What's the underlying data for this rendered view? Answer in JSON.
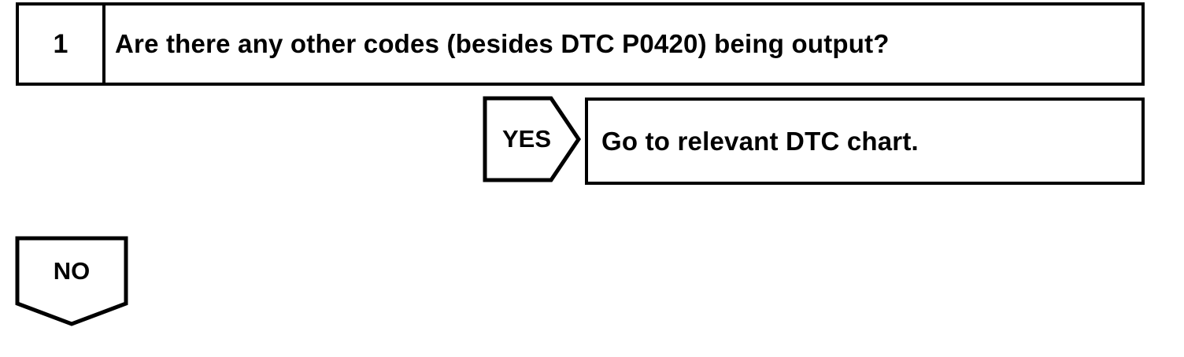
{
  "page": {
    "background_color": "#ffffff",
    "ink_color": "#000000"
  },
  "flowchart": {
    "step": {
      "number": "1",
      "question": "Are there any other codes (besides DTC P0420) being output?"
    },
    "yes_branch": {
      "label": "YES",
      "action": "Go to relevant DTC chart."
    },
    "no_branch": {
      "label": "NO"
    }
  }
}
